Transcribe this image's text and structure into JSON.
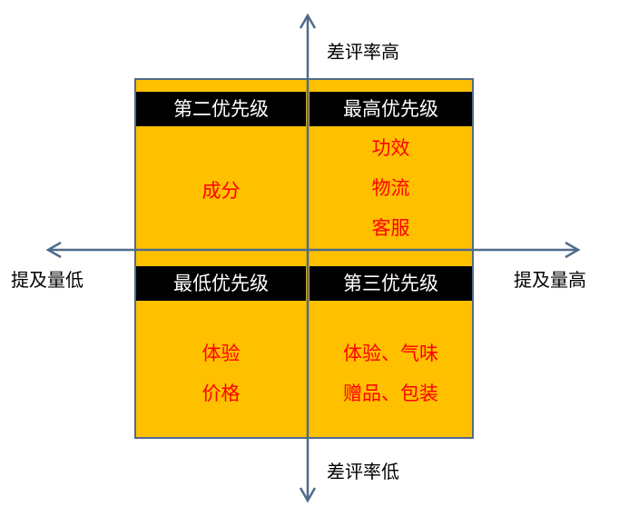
{
  "axes": {
    "y_top": "差评率高",
    "y_bottom": "差评率低",
    "x_left": "提及量低",
    "x_right": "提及量高"
  },
  "quadrants": {
    "top_left": {
      "title": "第二优先级",
      "items": [
        "成分"
      ]
    },
    "top_right": {
      "title": "最高优先级",
      "items": [
        "功效",
        "物流",
        "客服"
      ]
    },
    "bottom_left": {
      "title": "最低优先级",
      "items": [
        "体验",
        "价格"
      ]
    },
    "bottom_right": {
      "title": "第三优先级",
      "items": [
        "体验、气味",
        "赠品、包装"
      ]
    }
  },
  "colors": {
    "quadrant_fill": "#FFC000",
    "header_fill": "#000000",
    "item_text": "#FF0000",
    "axis": "#4F6B8A"
  }
}
